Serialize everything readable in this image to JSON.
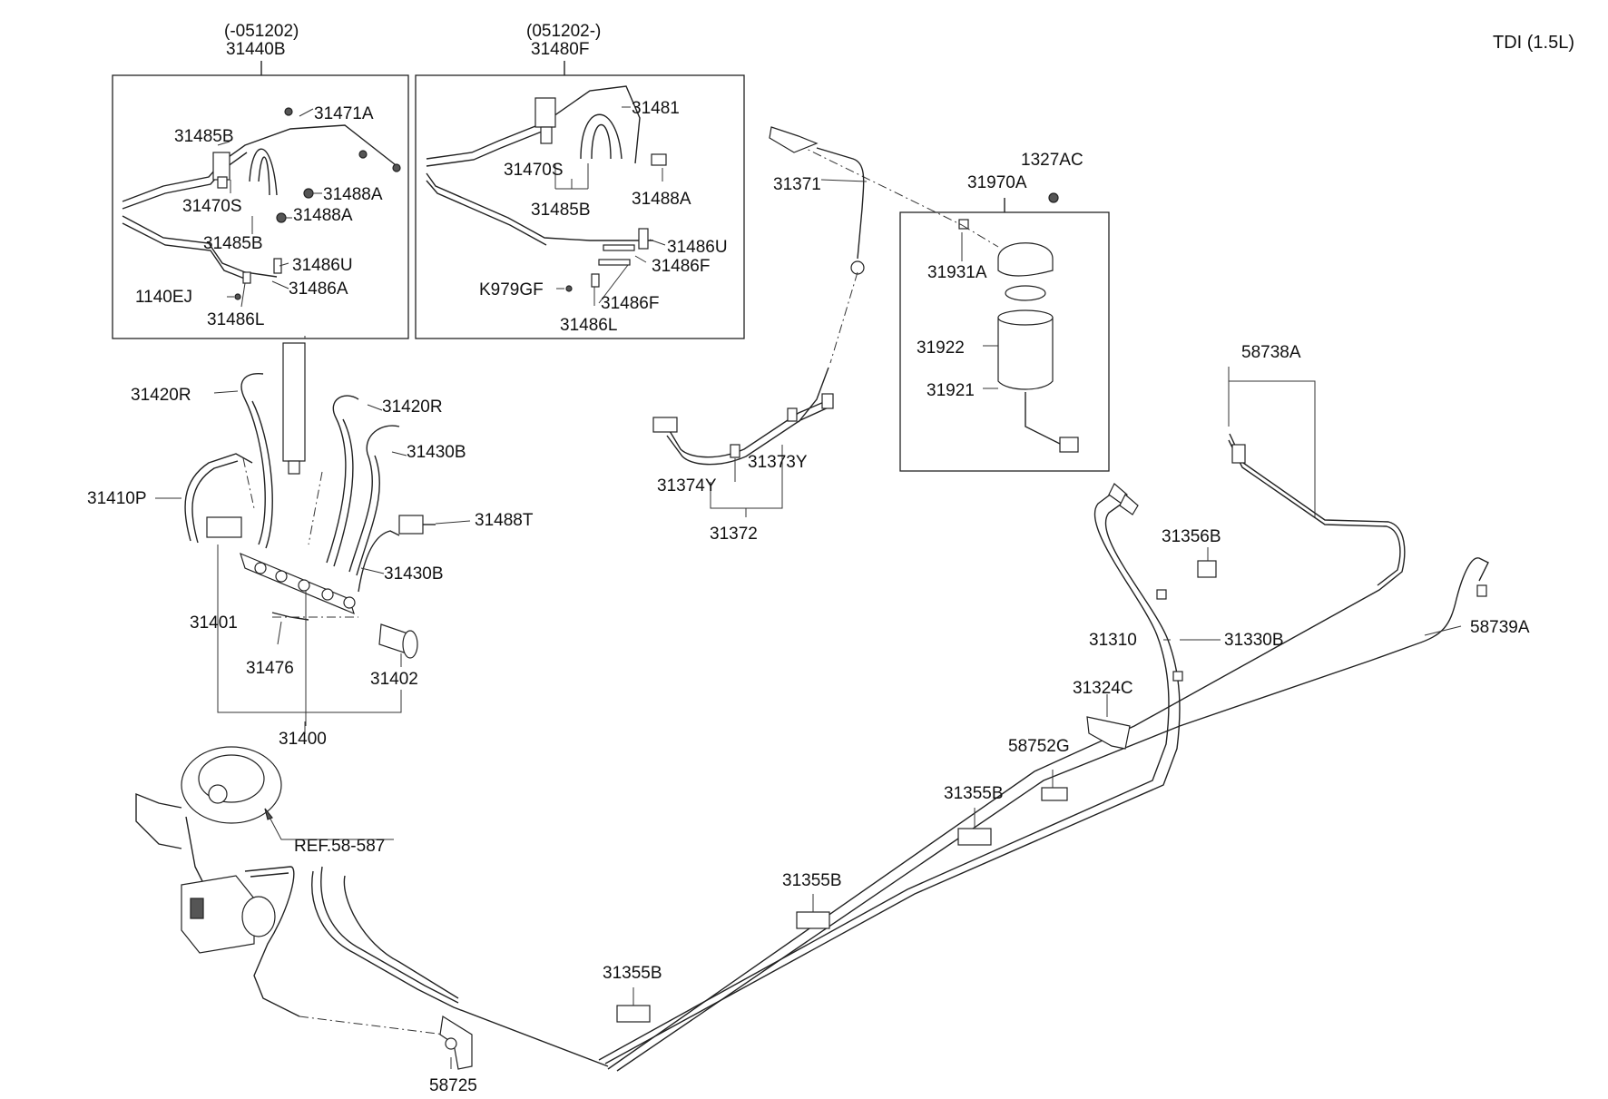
{
  "title": "TDI (1.5L)",
  "labels": {
    "l_051202a": "(-051202)",
    "l_31440B": "31440B",
    "l_051202b": "(051202-)",
    "l_31480F": "31480F",
    "l_31471A": "31471A",
    "l_31485B_a": "31485B",
    "l_31488A_a": "31488A",
    "l_31470S_a": "31470S",
    "l_31488A_b": "31488A",
    "l_31485B_b": "31485B",
    "l_31486U_a": "31486U",
    "l_1140EJ": "1140EJ",
    "l_31486A": "31486A",
    "l_31486L_a": "31486L",
    "l_31481": "31481",
    "l_31470S_b": "31470S",
    "l_31488A_c": "31488A",
    "l_31485B_c": "31485B",
    "l_31486U_b": "31486U",
    "l_31486F_a": "31486F",
    "l_K979GF": "K979GF",
    "l_31486F_b": "31486F",
    "l_31486L_b": "31486L",
    "l_31371": "31371",
    "l_1327AC": "1327AC",
    "l_31970A": "31970A",
    "l_31931A": "31931A",
    "l_31922": "31922",
    "l_31921": "31921",
    "l_31420R_a": "31420R",
    "l_31420R_b": "31420R",
    "l_31430B_a": "31430B",
    "l_31410P": "31410P",
    "l_31488T": "31488T",
    "l_31430B_b": "31430B",
    "l_31401": "31401",
    "l_31476": "31476",
    "l_31402": "31402",
    "l_31400": "31400",
    "l_31374Y": "31374Y",
    "l_31373Y": "31373Y",
    "l_31372": "31372",
    "l_58738A": "58738A",
    "l_31356B": "31356B",
    "l_58739A": "58739A",
    "l_31310": "31310",
    "l_31330B": "31330B",
    "l_31324C": "31324C",
    "l_58752G": "58752G",
    "l_31355B_a": "31355B",
    "l_31355B_b": "31355B",
    "l_31355B_c": "31355B",
    "l_ref": "REF.58-587",
    "l_58725": "58725"
  }
}
